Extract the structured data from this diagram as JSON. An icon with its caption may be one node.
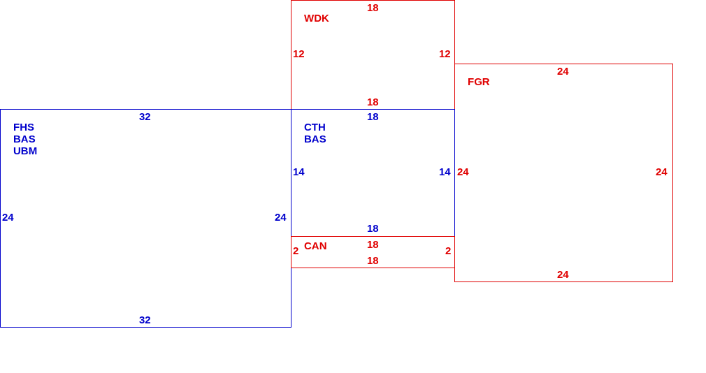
{
  "diagram": {
    "nodes": [
      {
        "text": [
          "WDK"
        ]
      },
      {
        "text": [
          "FGR"
        ]
      },
      {
        "text": [
          "FHS",
          "BAS",
          "UBM"
        ]
      },
      {
        "text": [
          "CTH",
          "BAS"
        ]
      },
      {
        "text": [
          "CAN"
        ]
      }
    ],
    "labels": [
      "18",
      "12",
      "12",
      "18",
      "24",
      "32",
      "18",
      "14",
      "14",
      "24",
      "24",
      "24",
      "24",
      "18",
      "2",
      "18",
      "2",
      "18",
      "24",
      "32"
    ]
  }
}
